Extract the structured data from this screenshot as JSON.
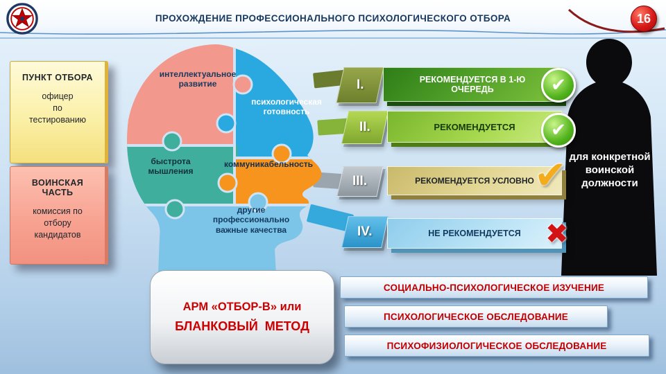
{
  "header": {
    "title": "ПРОХОЖДЕНИЕ ПРОФЕССИОНАЛЬНОГО ПСИХОЛОГИЧЕСКОГО ОТБОРА",
    "page_number": "16"
  },
  "left_panel": {
    "boxes": [
      {
        "title": "ПУНКТ ОТБОРА",
        "subtitle": "офицер\nпо\nтестированию"
      },
      {
        "title": "ВОИНСКАЯ ЧАСТЬ",
        "subtitle": "комиссия по\nотбору\nкандидатов"
      }
    ]
  },
  "puzzle": {
    "pieces": [
      {
        "id": "intellect",
        "label": "интеллектуальное развитие",
        "color": "#f2988c"
      },
      {
        "id": "psych_readiness",
        "label": "психологическая готовность",
        "color": "#2aa9e0"
      },
      {
        "id": "thinking_speed",
        "label": "быстрота мышления",
        "color": "#3fae9c"
      },
      {
        "id": "communication",
        "label": "коммуникабельность",
        "color": "#f7941e"
      },
      {
        "id": "other_qualities",
        "label": "другие профессионально важные качества",
        "color": "#7cc5e8"
      }
    ]
  },
  "categories": [
    {
      "numeral": "I.",
      "label": "РЕКОМЕНДУЕТСЯ В 1-Ю ОЧЕРЕДЬ",
      "icon": "check-circle-green-icon",
      "bar_color": "#4f9e28"
    },
    {
      "numeral": "II.",
      "label": "РЕКОМЕНДУЕТСЯ",
      "icon": "check-circle-green-icon",
      "bar_color": "#a6d84e"
    },
    {
      "numeral": "III.",
      "label": "РЕКОМЕНДУЕТСЯ УСЛОВНО",
      "icon": "check-gold-icon",
      "bar_color": "#e3d795"
    },
    {
      "numeral": "IV.",
      "label": "НЕ РЕКОМЕНДУЕТСЯ",
      "icon": "cross-red-icon",
      "bar_color": "#b8e2f5"
    }
  ],
  "silhouette": {
    "caption": "для конкретной воинской должности"
  },
  "method_box": {
    "line1": "АРМ «ОТБОР-В» или",
    "line2": "БЛАНКОВЫЙ  МЕТОД"
  },
  "procedures": [
    {
      "label": "СОЦИАЛЬНО-ПСИХОЛОГИЧЕСКОЕ ИЗУЧЕНИЕ"
    },
    {
      "label": "ПСИХОЛОГИЧЕСКОЕ ОБСЛЕДОВАНИЕ"
    },
    {
      "label": "ПСИХОФИЗИОЛОГИЧЕСКОЕ ОБСЛЕДОВАНИЕ"
    }
  ],
  "glyphs": {
    "check": "✔",
    "cross": "✖"
  },
  "colors": {
    "title_navy": "#17375e",
    "page_circle_red": "#c00000",
    "procedure_text_red": "#c00000",
    "bar1_green": "#4f9e28",
    "bar2_green": "#a6d84e",
    "bar3_khaki": "#e3d795",
    "bar4_blue": "#b8e2f5"
  }
}
